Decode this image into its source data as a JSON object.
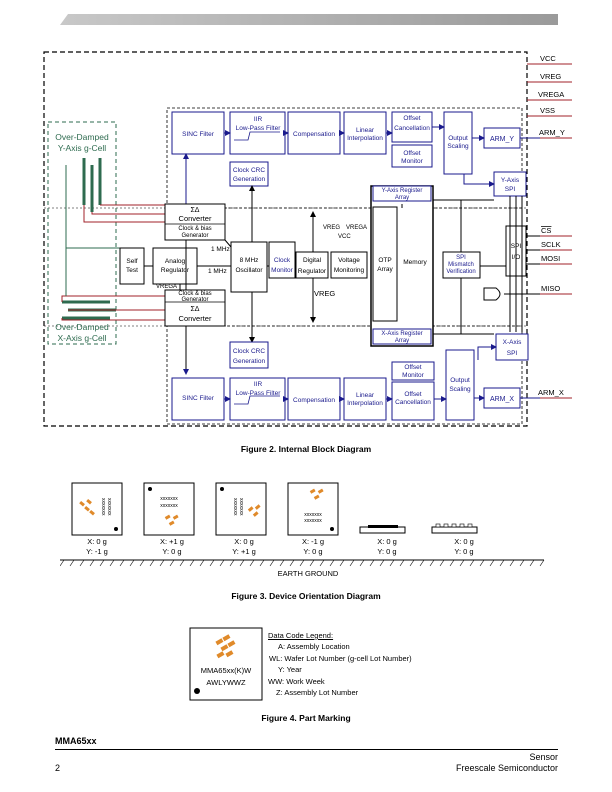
{
  "fig2": {
    "caption": "Figure 2. Internal Block Diagram",
    "pins": [
      "VCC",
      "VREG",
      "VREGA",
      "VSS",
      "ARM_Y",
      "CS",
      "SCLK",
      "MOSI",
      "MISO",
      "ARM_X"
    ],
    "gcells": {
      "y": [
        "Over-Damped",
        "Y-Axis g-Cell"
      ],
      "x": [
        "Over-Damped",
        "X-Axis g-Cell"
      ]
    },
    "top_chain": {
      "sinc": "SINC Filter",
      "iir": [
        "IIR",
        "Low-Pass Filter"
      ],
      "comp": "Compensation",
      "linear": [
        "Linear",
        "Interpolation"
      ],
      "offset_cancel": [
        "Offset",
        "Cancellation"
      ],
      "offset_monitor": [
        "Offset",
        "Monitor"
      ],
      "output_scaling": [
        "Output",
        "Scaling"
      ],
      "arm": "ARM_Y",
      "spi": [
        "Y-Axis",
        "SPI"
      ],
      "clock_crc": [
        "Clock CRC",
        "Generation"
      ]
    },
    "bottom_chain": {
      "sinc": "SINC Filter",
      "iir": [
        "IIR",
        "Low-Pass Filter"
      ],
      "comp": "Compensation",
      "linear": [
        "Linear",
        "Interpolation"
      ],
      "offset_monitor": [
        "Offset",
        "Monitor"
      ],
      "offset_cancel": [
        "Offset",
        "Cancellation"
      ],
      "output_scaling": [
        "Output",
        "Scaling"
      ],
      "arm": "ARM_X",
      "spi": [
        "X-Axis",
        "SPI"
      ],
      "clock_crc": [
        "Clock CRC",
        "Generation"
      ]
    },
    "middle": {
      "sd_label": "ΣΔ",
      "converter": "Converter",
      "clock_bias": [
        "Clock & bias",
        "Generator"
      ],
      "self_test": [
        "Self",
        "Test"
      ],
      "analog_reg": [
        "Analog",
        "Regulator"
      ],
      "vrega_label": "VREGA",
      "mhz1": "1 MHz",
      "osc": [
        "8 MHz",
        "Oscillator"
      ],
      "clock_monitor": [
        "Clock",
        "Monitor"
      ],
      "digital_reg": [
        "Digital",
        "Regulator"
      ],
      "voltage_mon": [
        "Voltage",
        "Monitoring"
      ],
      "vreg_label": "VREG",
      "vcc_label": "VCC",
      "y_reg_array": [
        "Y-Axis Register",
        "Array"
      ],
      "x_reg_array": [
        "X-Axis Register",
        "Array"
      ],
      "otp": [
        "OTP",
        "Array"
      ],
      "memory": "Memory",
      "spi_mismatch": [
        "SPI",
        "Mismatch",
        "Verification"
      ],
      "spi_io": [
        "SPI",
        "I/O"
      ]
    }
  },
  "fig3": {
    "caption": "Figure 3. Device Orientation Diagram",
    "earth_ground": "EARTH GROUND",
    "devices": [
      {
        "x": "X: 0 g",
        "y": "Y: -1 g"
      },
      {
        "x": "X: +1 g",
        "y": "Y: 0 g"
      },
      {
        "x": "X: 0 g",
        "y": "Y: +1 g"
      },
      {
        "x": "X: -1 g",
        "y": "Y: 0 g"
      },
      {
        "x": "X: 0 g",
        "y": "Y: 0 g"
      },
      {
        "x": "X: 0 g",
        "y": "Y: 0 g"
      }
    ],
    "marking1": "xxxxxxx",
    "marking2": "xxxxxxx"
  },
  "fig4": {
    "caption": "Figure 4. Part Marking",
    "line1": "MMA65xx(K)W",
    "line2": "AWLYWWZ",
    "legend_title": "Data Code Legend:",
    "legend": [
      "A: Assembly Location",
      "WL: Wafer Lot Number (g-cell Lot Number)",
      "Y: Year",
      "WW: Work Week",
      "Z: Assembly Lot Number"
    ]
  },
  "footer": {
    "part": "MMA65xx",
    "page": "2",
    "right1": "Sensor",
    "right2": "Freescale Semiconductor"
  }
}
